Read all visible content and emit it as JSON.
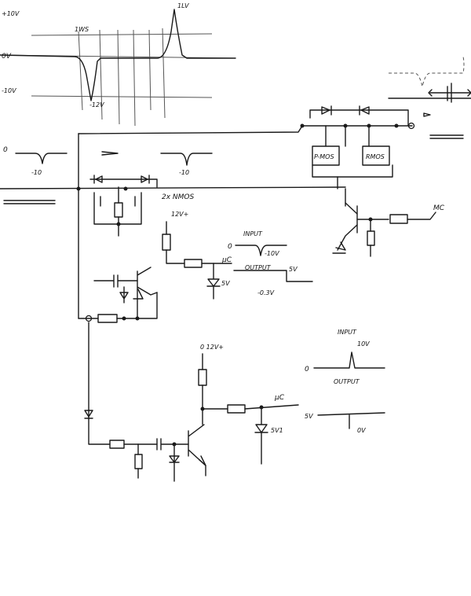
{
  "scope": {
    "plus10": "+10V",
    "zero": "0V",
    "minus10": "-10V",
    "peak_pos": "1LV",
    "peak_neg_a": "1WS",
    "minus12": "-12V"
  },
  "inputs": {
    "zero_left": "0",
    "minus10_left": "-10",
    "minus10_mid": "-10"
  },
  "blocks": {
    "nmos_label": "2x NMOS",
    "pmos_label": "P-MOS",
    "rmos_label": "RMOS"
  },
  "supplies": {
    "mid_supply": "12V+",
    "low_supply": "0 12V+"
  },
  "mid_stage": {
    "uc": "µC",
    "zener": "5V",
    "input_title": "INPUT",
    "input_zero": "0",
    "input_level": "-10V",
    "output_title": "OUTPUT",
    "output_level": "5V",
    "output_low": "-0.3V"
  },
  "right_stage": {
    "uc": "MC"
  },
  "low_stage": {
    "uc": "µC",
    "zener": "5V1",
    "input_title": "INPUT",
    "input_level": "10V",
    "input_zero": "0",
    "output_title": "OUTPUT",
    "output_level": "5V",
    "output_low": "0V"
  }
}
